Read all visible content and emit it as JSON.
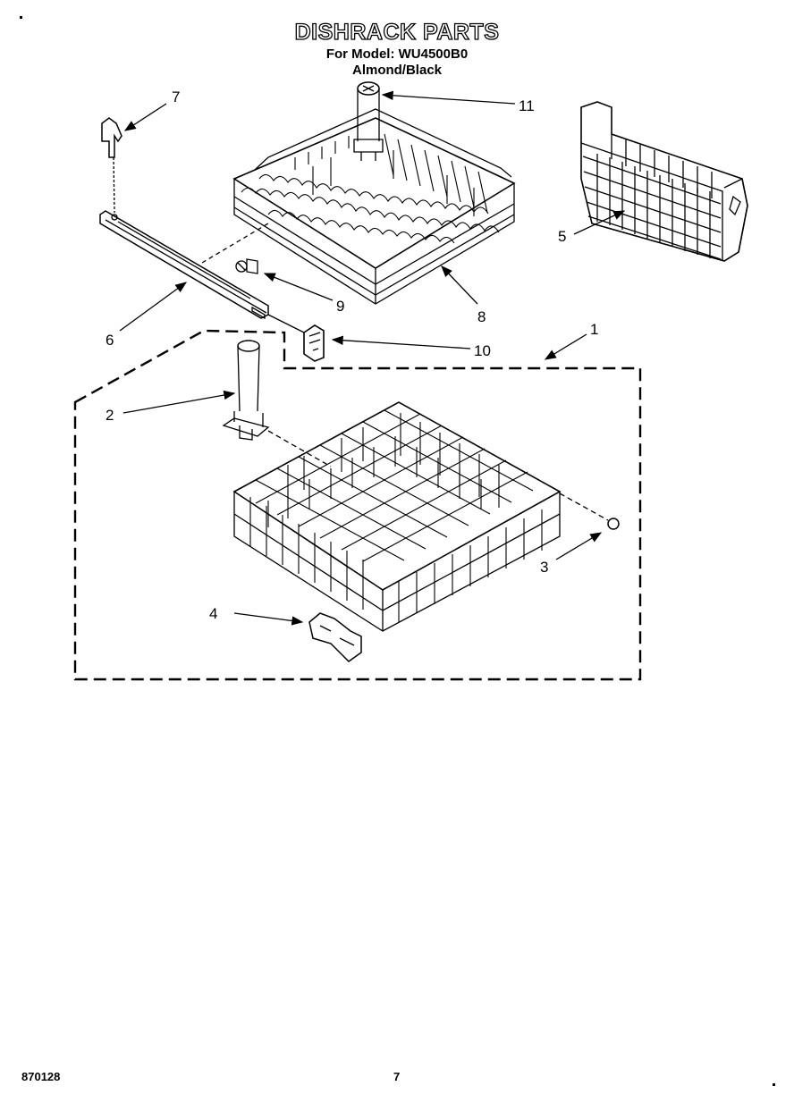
{
  "header": {
    "title": "DISHRACK PARTS",
    "model_line": "For Model: WU4500B0",
    "color_line": "Almond/Black"
  },
  "callouts": [
    "1",
    "2",
    "3",
    "4",
    "5",
    "6",
    "7",
    "8",
    "9",
    "10",
    "11"
  ],
  "footer": {
    "doc_number": "870128",
    "page_number": "7"
  }
}
